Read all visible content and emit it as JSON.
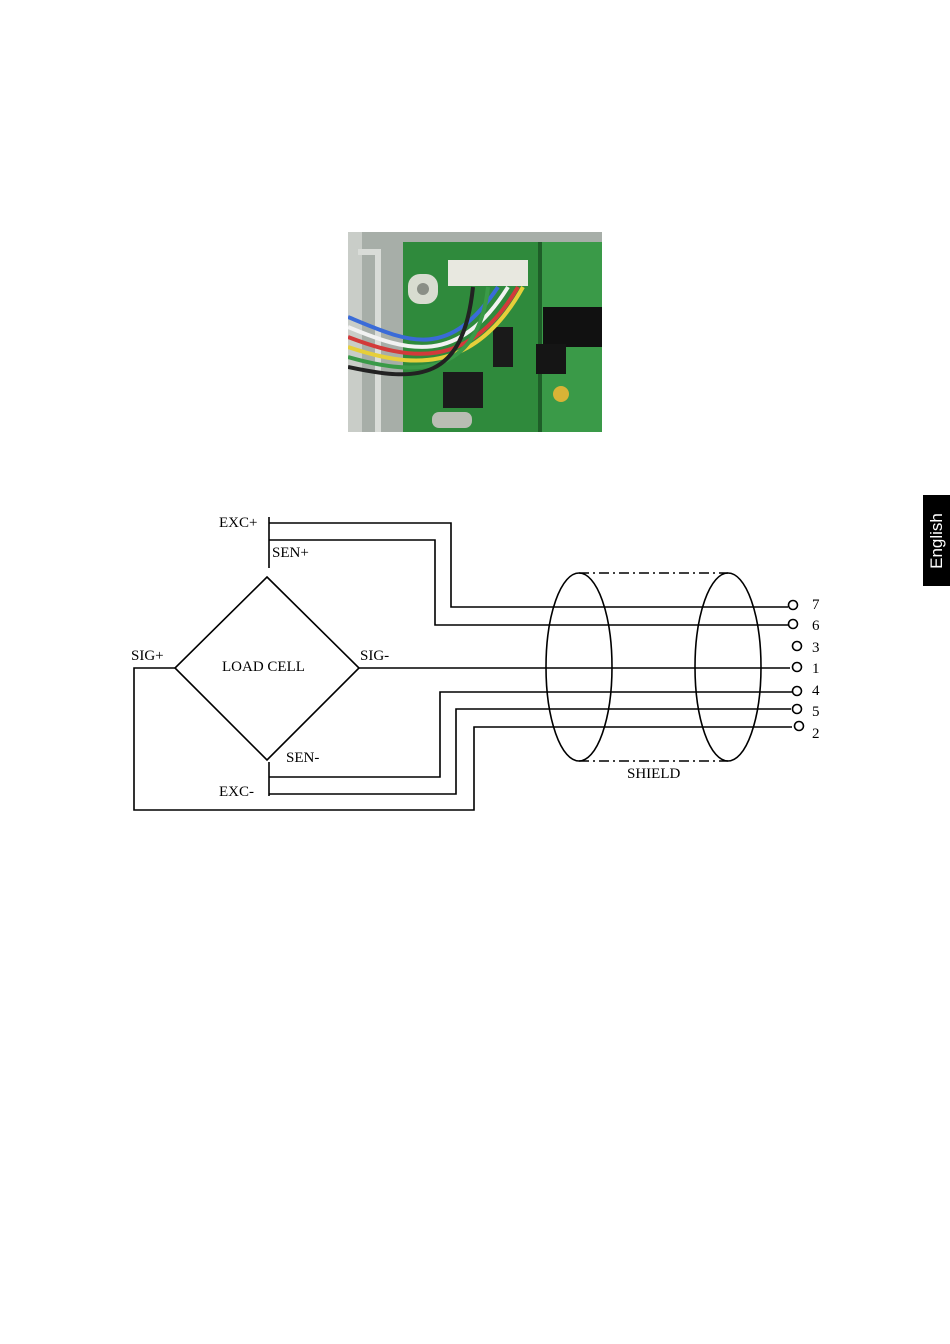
{
  "side_tab": {
    "language": "English"
  },
  "diagram": {
    "load_cell_label": "LOAD CELL",
    "shield_label": "SHIELD",
    "signals": {
      "exc_plus": "EXC+",
      "sen_plus": "SEN+",
      "sig_plus": "SIG+",
      "sig_minus": "SIG-",
      "sen_minus": "SEN-",
      "exc_minus": "EXC-"
    },
    "pins": [
      "7",
      "6",
      "3",
      "1",
      "4",
      "5",
      "2"
    ]
  }
}
